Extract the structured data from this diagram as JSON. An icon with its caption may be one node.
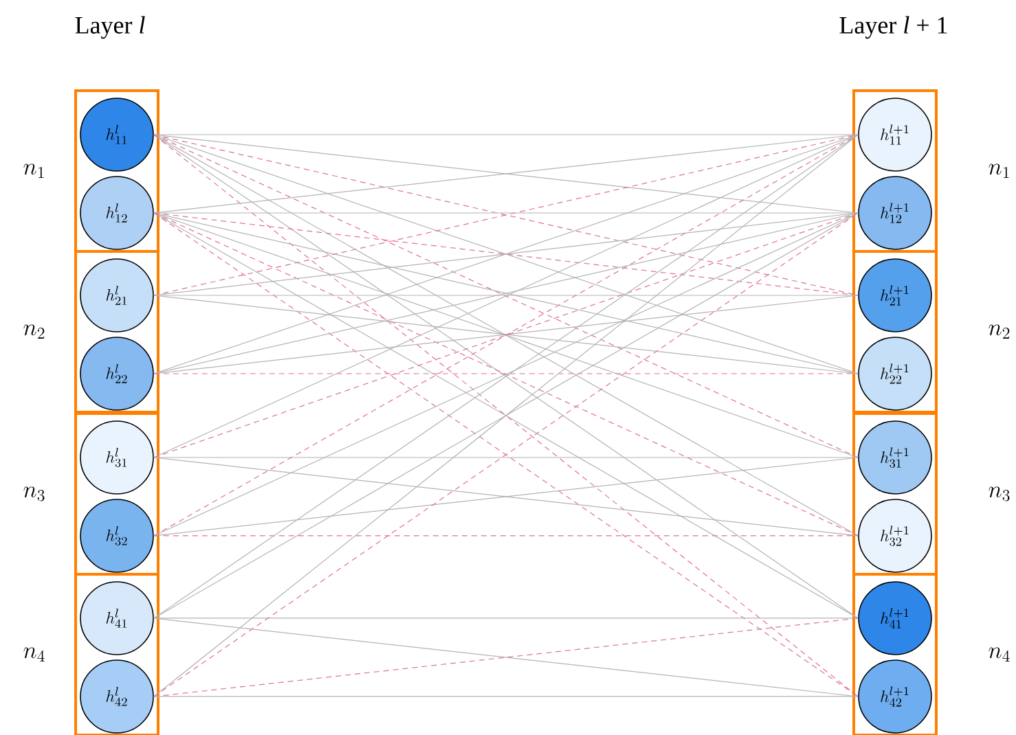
{
  "diagram": {
    "nodes": [
      {
        "text": [],
        "shape": "box",
        "beside": [
          "n_1"
        ]
      },
      {
        "text": [
          "h^{l}_{11}"
        ],
        "in": 0
      },
      {
        "text": [
          "h^{l}_{12}"
        ],
        "in": 0
      },
      {
        "text": [],
        "shape": "box",
        "beside": [
          "n_2"
        ]
      },
      {
        "text": [
          "h^{l}_{21}"
        ],
        "in": 3
      },
      {
        "text": [
          "h^{l}_{22}"
        ],
        "in": 3
      },
      {
        "text": [],
        "shape": "box",
        "beside": [
          "n_3"
        ]
      },
      {
        "text": [
          "h^{l}_{31}"
        ],
        "in": 6
      },
      {
        "text": [
          "h^{l}_{32}"
        ],
        "in": 6
      },
      {
        "text": [],
        "shape": "box",
        "beside": [
          "n_4"
        ]
      },
      {
        "text": [
          "h^{l}_{41}"
        ],
        "in": 9
      },
      {
        "text": [
          "h^{l}_{42}"
        ],
        "in": 9
      },
      {
        "text": [],
        "shape": "box",
        "beside": [
          "n_1"
        ]
      },
      {
        "text": [
          "h^{l+1}_{11}"
        ],
        "in": 12
      },
      {
        "text": [
          "h^{l+1}_{12}"
        ],
        "in": 12
      },
      {
        "text": [],
        "shape": "box",
        "beside": [
          "n_2"
        ]
      },
      {
        "text": [
          "h^{l+1}_{21}"
        ],
        "in": 15
      },
      {
        "text": [
          "h^{l+1}_{22}"
        ],
        "in": 15
      },
      {
        "text": [],
        "shape": "box",
        "beside": [
          "n_3"
        ]
      },
      {
        "text": [
          "h^{l+1}_{31}"
        ],
        "in": 18
      },
      {
        "text": [
          "h^{l+1}_{32}"
        ],
        "in": 18
      },
      {
        "text": [],
        "shape": "box",
        "beside": [
          "n_4"
        ]
      },
      {
        "text": [
          "h^{l+1}_{41}"
        ],
        "in": 21
      },
      {
        "text": [
          "h^{l+1}_{42}"
        ],
        "in": 21
      }
    ],
    "edges": [
      {
        "from": 1,
        "to": 13,
        "arrow": "none"
      },
      {
        "from": 1,
        "to": 14,
        "arrow": "none"
      },
      {
        "from": 1,
        "to": 16,
        "arrow": "none",
        "style": "dashed",
        "color": "#e0709a"
      },
      {
        "from": 1,
        "to": 17,
        "arrow": "none"
      },
      {
        "from": 1,
        "to": 19,
        "arrow": "none",
        "style": "dashed",
        "color": "#e0709a"
      },
      {
        "from": 1,
        "to": 20,
        "arrow": "none"
      },
      {
        "from": 1,
        "to": 22,
        "arrow": "none"
      },
      {
        "from": 1,
        "to": 23,
        "arrow": "none",
        "style": "dashed",
        "color": "#e0709a"
      },
      {
        "from": 2,
        "to": 13,
        "arrow": "none"
      },
      {
        "from": 2,
        "to": 14,
        "arrow": "none"
      },
      {
        "from": 2,
        "to": 16,
        "arrow": "none",
        "style": "dashed",
        "color": "#e0709a"
      },
      {
        "from": 2,
        "to": 17,
        "arrow": "none"
      },
      {
        "from": 2,
        "to": 19,
        "arrow": "none"
      },
      {
        "from": 2,
        "to": 20,
        "arrow": "none",
        "style": "dashed",
        "color": "#e0709a"
      },
      {
        "from": 2,
        "to": 22,
        "arrow": "none"
      },
      {
        "from": 2,
        "to": 23,
        "arrow": "none",
        "style": "dashed",
        "color": "#e0709a"
      },
      {
        "from": 4,
        "to": 13,
        "arrow": "none",
        "style": "dashed",
        "color": "#e0709a"
      },
      {
        "from": 4,
        "to": 14,
        "arrow": "none"
      },
      {
        "from": 4,
        "to": 16,
        "arrow": "none"
      },
      {
        "from": 4,
        "to": 17,
        "arrow": "none"
      },
      {
        "from": 5,
        "to": 13,
        "arrow": "none"
      },
      {
        "from": 5,
        "to": 14,
        "arrow": "none"
      },
      {
        "from": 5,
        "to": 16,
        "arrow": "none"
      },
      {
        "from": 5,
        "to": 17,
        "arrow": "none",
        "style": "dashed",
        "color": "#e0709a"
      },
      {
        "from": 7,
        "to": 13,
        "arrow": "none"
      },
      {
        "from": 7,
        "to": 14,
        "arrow": "none",
        "style": "dashed",
        "color": "#e0709a"
      },
      {
        "from": 7,
        "to": 19,
        "arrow": "none"
      },
      {
        "from": 7,
        "to": 20,
        "arrow": "none"
      },
      {
        "from": 8,
        "to": 13,
        "arrow": "none",
        "style": "dashed",
        "color": "#e0709a"
      },
      {
        "from": 8,
        "to": 14,
        "arrow": "none"
      },
      {
        "from": 8,
        "to": 19,
        "arrow": "none"
      },
      {
        "from": 8,
        "to": 20,
        "arrow": "none",
        "style": "dashed",
        "color": "#e0709a"
      },
      {
        "from": 10,
        "to": 13,
        "arrow": "none"
      },
      {
        "from": 10,
        "to": 14,
        "arrow": "none"
      },
      {
        "from": 10,
        "to": 22,
        "arrow": "none"
      },
      {
        "from": 10,
        "to": 23,
        "arrow": "none"
      },
      {
        "from": 11,
        "to": 13,
        "arrow": "none"
      },
      {
        "from": 11,
        "to": 14,
        "arrow": "none",
        "style": "dashed",
        "color": "#e0709a"
      },
      {
        "from": 11,
        "to": 22,
        "arrow": "none",
        "style": "dashed",
        "color": "#e0709a"
      },
      {
        "from": 11,
        "to": 23,
        "arrow": "none"
      }
    ],
    "labels": [
      "Layer *l*",
      "Layer *l* + 1"
    ]
  }
}
